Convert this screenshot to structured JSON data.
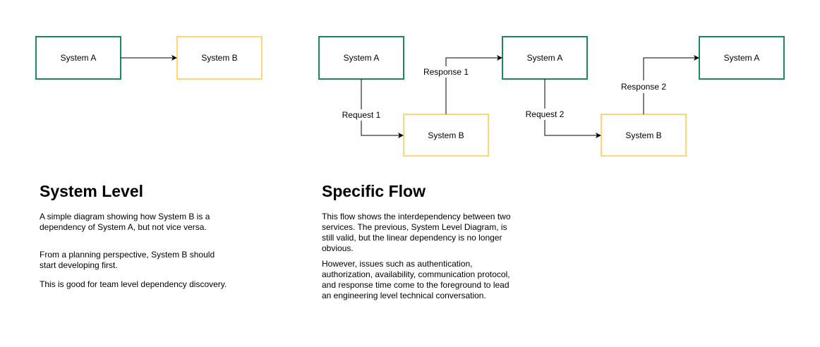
{
  "colors": {
    "green": "#1a8a5e",
    "yellow": "#fdd872",
    "line": "#000000"
  },
  "system_level": {
    "node_a": "System A",
    "node_b": "System B",
    "title": "System Level",
    "paragraphs": [
      "A simple diagram showing how System B is a dependency of System A, but not vice versa.",
      "From a planning perspective, System B should start developing first.",
      "This is good for team level dependency discovery."
    ]
  },
  "specific_flow": {
    "nodes": [
      "System A",
      "System B",
      "System A",
      "System B",
      "System A"
    ],
    "edges": [
      "Request 1",
      "Response 1",
      "Request 2",
      "Response 2"
    ],
    "title": "Specific Flow",
    "paragraphs": [
      "This flow shows the interdependency between two services. The previous, System Level Diagram, is still valid, but the linear dependency is no longer obvious.",
      "However, issues such as authentication, authorization, availability, communication protocol, and response time come to the foreground to lead an engineering level technical conversation."
    ]
  }
}
